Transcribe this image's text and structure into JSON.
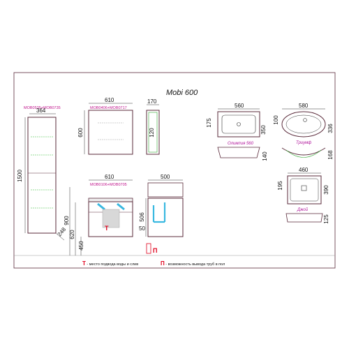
{
  "title": "Mobi 600",
  "pencil_case": {
    "code": "MOB0535+MOB0735",
    "width": "364",
    "height": "1500",
    "depth": "248"
  },
  "wall_cabinet": {
    "code": "MOB0406+MOB0717",
    "width": "610",
    "height": "600",
    "side_depth": "170",
    "side_inner": "120"
  },
  "vanity": {
    "code": "MOB0106+MOB0705",
    "width": "610",
    "height_total": "900",
    "height_620": "620",
    "height_450": "450",
    "side_depth": "500",
    "side_height": "506",
    "side_bottom": "50",
    "t_mark": "Т",
    "p_mark": "П"
  },
  "sinks": [
    {
      "name": "Олимпия 560",
      "width": "560",
      "depth": "350",
      "inner": "175",
      "height": "140"
    },
    {
      "name": "Триумф",
      "width": "580",
      "depth": "336",
      "inner": "100",
      "height": "168"
    },
    {
      "name": "Джой",
      "width": "460",
      "depth": "390",
      "inner": "195",
      "height": "125"
    }
  ],
  "legend": {
    "t_symbol": "Т",
    "t_text": " - место подвода воды и слив",
    "p_symbol": "П",
    "p_text": " - возможность вывода труб в пол"
  },
  "colors": {
    "frame": "#5a2a3a",
    "code": "#c0148c",
    "caption": "#b0129a",
    "red": "#e0001b",
    "inner_line": "#2fa52f",
    "pipe": "#38b8e0"
  }
}
